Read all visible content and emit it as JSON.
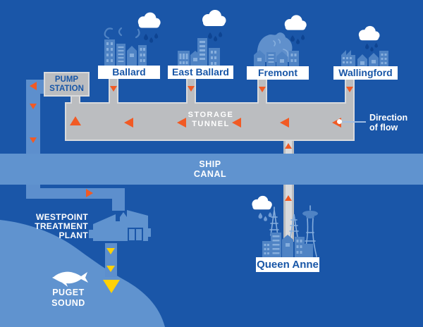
{
  "diagram_title": "Ship canal storage tunnel flow diagram",
  "colors": {
    "background": "#1a56a8",
    "water": "#6093cf",
    "pipe": "#5d8fcd",
    "gray": "#bbbdc0",
    "gray_light": "#d9dadc",
    "orange": "#f15a24",
    "yellow": "#ffd105",
    "label_text": "#1856a7",
    "skyline": "#4f83c4",
    "skyline_alt": "#6090cc",
    "skyline_light": "#86aedd",
    "drop_dark": "#0e4492",
    "drop_light": "#6f9bd4",
    "line_light": "#9fbce2"
  },
  "icons": {
    "cloud": "cloud-rain-icon",
    "fish": "fish-icon",
    "flow_arrow": "triangle-flow-arrow",
    "outfall_arrow": "yellow-triangle-arrow",
    "direction_dot": "white-dot"
  },
  "neighborhoods": [
    {
      "name": "Ballard"
    },
    {
      "name": "East Ballard"
    },
    {
      "name": "Fremont"
    },
    {
      "name": "Wallingford"
    },
    {
      "name": "Queen Anne"
    }
  ],
  "pump_station": {
    "lines": [
      "PUMP",
      "STATION"
    ]
  },
  "storage_tunnel": {
    "lines": [
      "STORAGE",
      "TUNNEL"
    ]
  },
  "ship_canal": {
    "lines": [
      "SHIP",
      "CANAL"
    ]
  },
  "direction_of_flow": {
    "lines": [
      "Direction",
      "of flow"
    ]
  },
  "westpoint": {
    "lines": [
      "WESTPOINT",
      "TREATMENT",
      "PLANT"
    ]
  },
  "puget_sound": {
    "lines": [
      "PUGET",
      "SOUND"
    ]
  }
}
